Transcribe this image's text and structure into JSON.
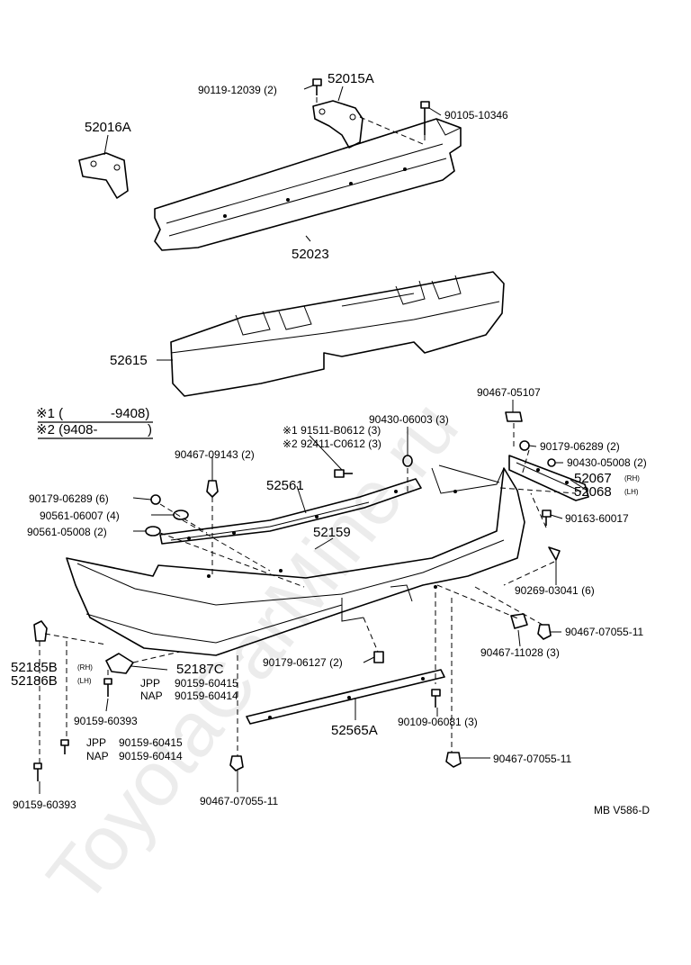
{
  "watermark": "ToyotaCarMine.ru",
  "legend": {
    "r1_mark": "※1 (",
    "r1_val": "-9408)",
    "r2_mark": "※2 (9408-",
    "r2_val": ")"
  },
  "labels": {
    "p52015A": "52015A",
    "p52016A": "52016A",
    "p52023": "52023",
    "p52615": "52615",
    "p52561": "52561",
    "p52159": "52159",
    "p52565A": "52565A",
    "p52067": "52067",
    "p52067_rh": "(RH)",
    "p52068": "52068",
    "p52068_lh": "(LH)",
    "p52185B": "52185B",
    "p52185B_rh": "(RH)",
    "p52186B": "52186B",
    "p52186B_lh": "(LH)",
    "p52187C": "52187C",
    "b90119_12039": "90119-12039 (2)",
    "b90105_10346": "90105-10346",
    "b90467_05107": "90467-05107",
    "b90430_06003": "90430-06003 (3)",
    "b91511": "※1  91511-B0612 (3)",
    "b92411": "※2  92411-C0612 (3)",
    "b90179_06289_r": "90179-06289 (2)",
    "b90430_05008": "90430-05008 (2)",
    "b90467_09143": "90467-09143 (2)",
    "b90179_06289_l": "90179-06289 (6)",
    "b90561_06007": "90561-06007 (4)",
    "b90561_05008": "90561-05008 (2)",
    "b90163_60017": "90163-60017",
    "b90269_03041": "90269-03041 (6)",
    "b90467_07055_a": "90467-07055-11",
    "b90467_11028": "90467-11028 (3)",
    "b90179_06127": "90179-06127 (2)",
    "b90109_06081": "90109-06081 (3)",
    "b90467_07055_b": "90467-07055-11",
    "b90467_07055_c": "90467-07055-11",
    "jpp1": "JPP",
    "nap1": "NAP",
    "b90159_60415_a": "90159-60415",
    "b90159_60414_a": "90159-60414",
    "b90159_60393_a": "90159-60393",
    "jpp2": "JPP",
    "nap2": "NAP",
    "b90159_60415_b": "90159-60415",
    "b90159_60414_b": "90159-60414",
    "b90159_60393_b": "90159-60393",
    "diagram_code": "MB V586-D"
  }
}
